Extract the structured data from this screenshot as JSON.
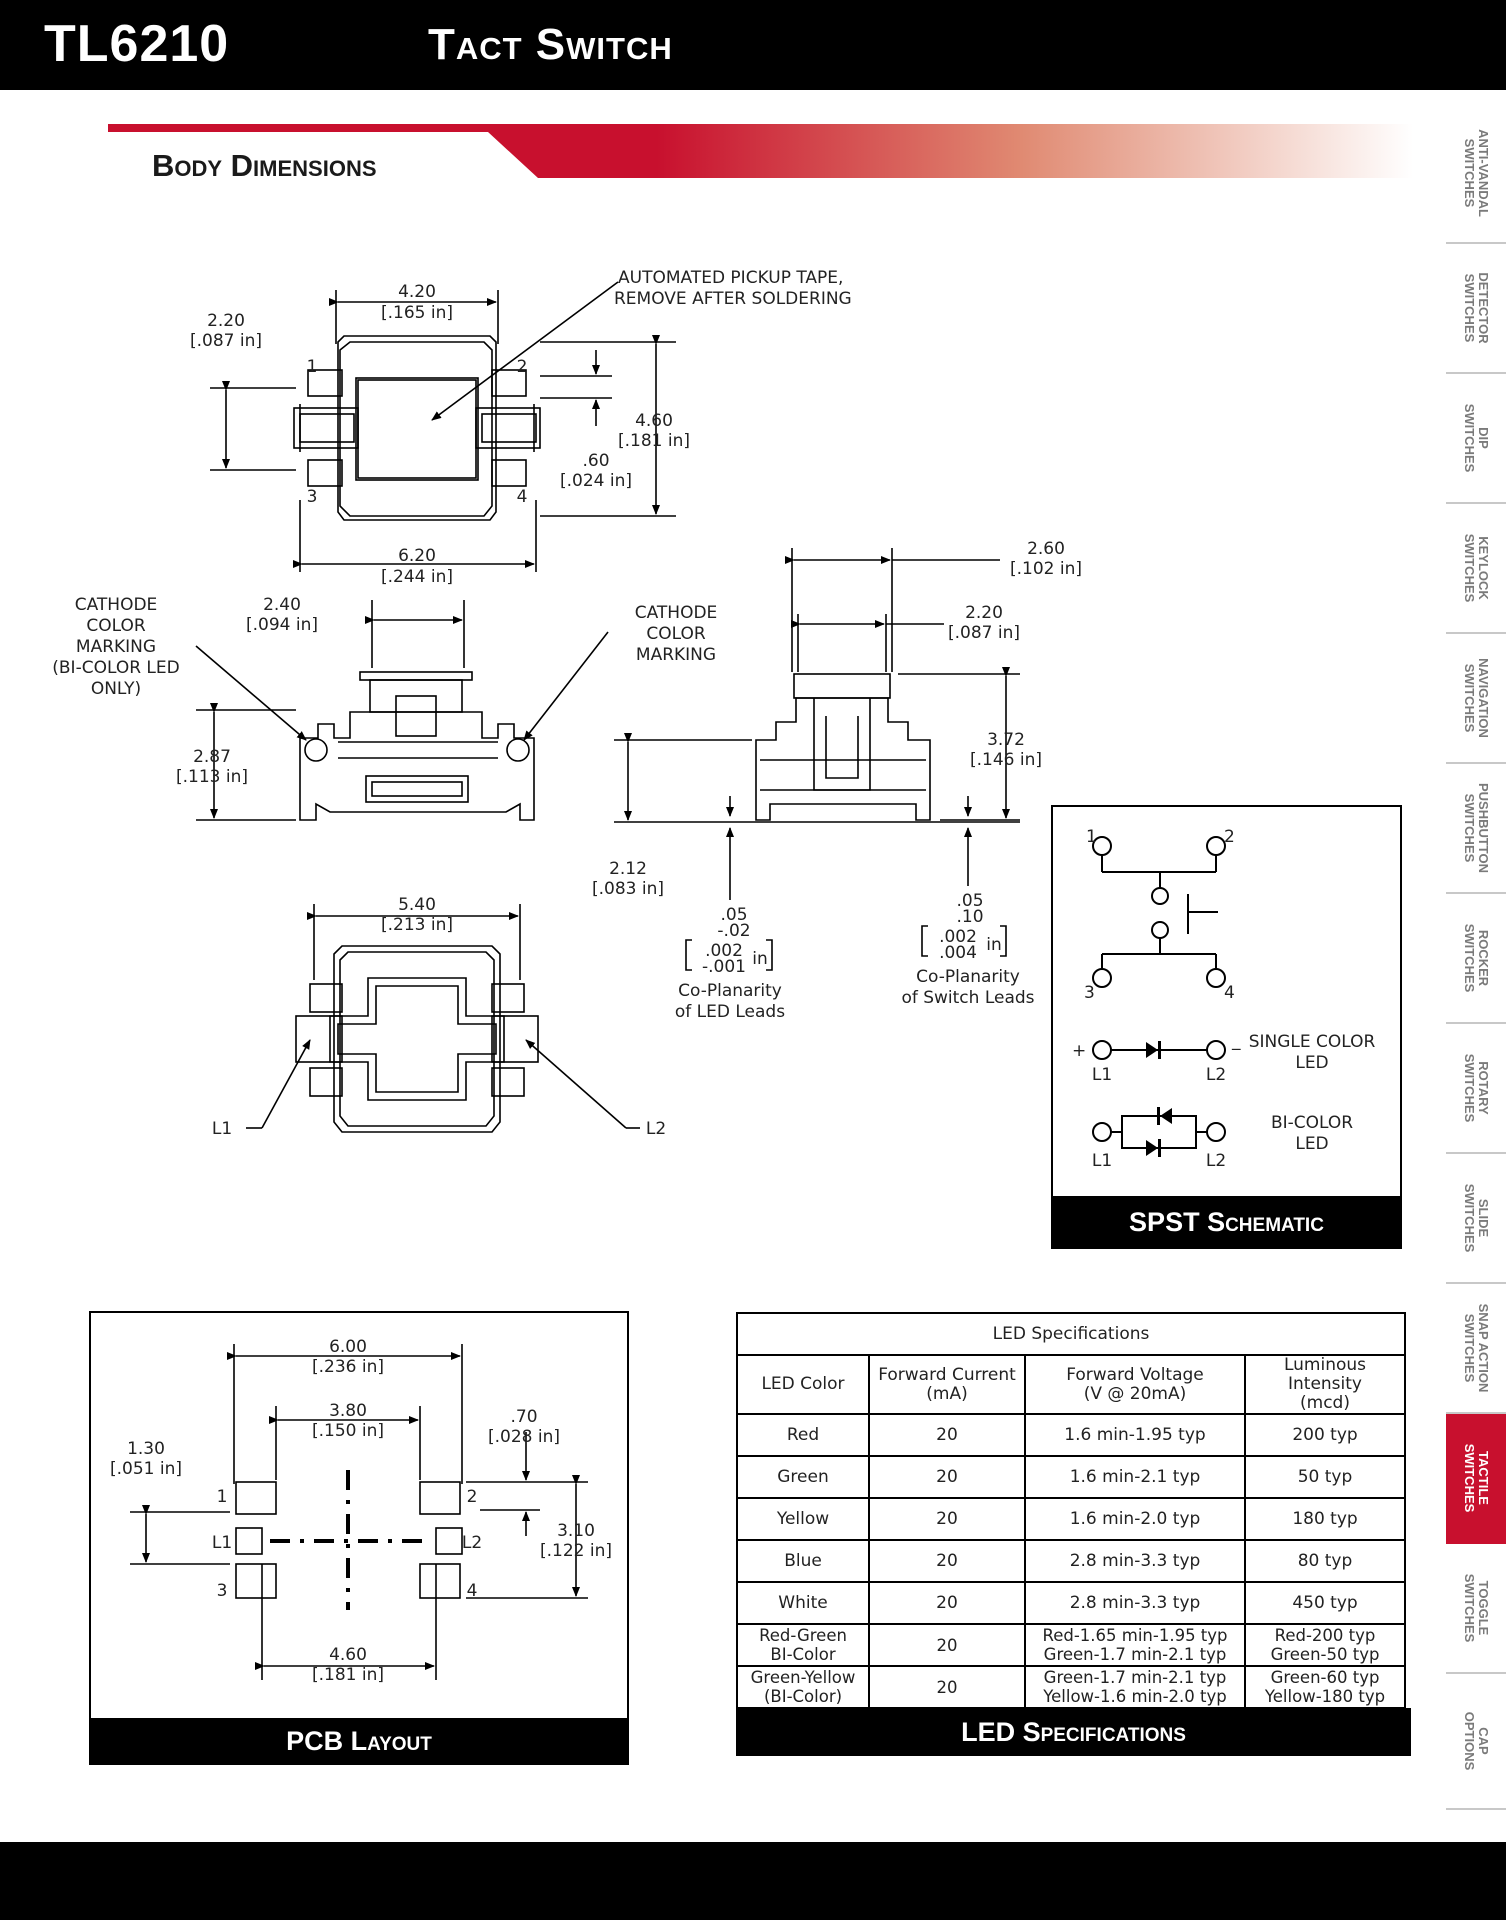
{
  "header": {
    "part_number": "TL6210",
    "title": "Tact Switch"
  },
  "section": {
    "title": "Body Dimensions"
  },
  "side_tabs": [
    {
      "label": "ANTI-VANDAL\nSWITCHES",
      "active": false
    },
    {
      "label": "DETECTOR\nSWITCHES",
      "active": false
    },
    {
      "label": "DIP\nSWITCHES",
      "active": false
    },
    {
      "label": "KEYLOCK\nSWITCHES",
      "active": false
    },
    {
      "label": "NAVIGATION\nSWITCHES",
      "active": false
    },
    {
      "label": "PUSHBUTTON\nSWITCHES",
      "active": false
    },
    {
      "label": "ROCKER\nSWITCHES",
      "active": false
    },
    {
      "label": "ROTARY\nSWITCHES",
      "active": false
    },
    {
      "label": "SLIDE\nSWITCHES",
      "active": false
    },
    {
      "label": "SNAP ACTION\nSWITCHES",
      "active": false
    },
    {
      "label": "TACTILE\nSWITCHES",
      "active": true
    },
    {
      "label": "TOGGLE\nSWITCHES",
      "active": false
    },
    {
      "label": "CAP\nOPTIONS",
      "active": false
    }
  ],
  "top_view": {
    "dim_width": "4.20",
    "dim_width_in": "[.165 in]",
    "dim_left": "2.20",
    "dim_left_in": "[.087 in]",
    "dim_height": "4.60",
    "dim_height_in": "[.181 in]",
    "dim_small": ".60",
    "dim_small_in": "[.024 in]",
    "dim_overall": "6.20",
    "dim_overall_in": "[.244 in]",
    "tape_note_1": "AUTOMATED PICKUP TAPE,",
    "tape_note_2": "REMOVE AFTER SOLDERING",
    "pins": [
      "1",
      "2",
      "3",
      "4"
    ]
  },
  "front_view": {
    "cathode_left": [
      "CATHODE",
      "COLOR",
      "MARKING",
      "(BI-COLOR LED",
      "ONLY)"
    ],
    "cathode_right": [
      "CATHODE",
      "COLOR",
      "MARKING"
    ],
    "dim_top": "2.40",
    "dim_top_in": "[.094 in]",
    "dim_height": "2.87",
    "dim_height_in": "[.113 in]"
  },
  "side_view": {
    "dim_top": "2.60",
    "dim_top_in": "[.102 in]",
    "dim_inner": "2.20",
    "dim_inner_in": "[.087 in]",
    "dim_height": "3.72",
    "dim_height_in": "[.146 in]",
    "dim_base": "2.12",
    "dim_base_in": "[.083 in]",
    "led_cop_1": ".05",
    "led_cop_2": "-.02",
    "led_cop_3": ".002",
    "led_cop_4": "-.001",
    "led_cop_unit": "in",
    "led_cop_label_1": "Co-Planarity",
    "led_cop_label_2": "of LED Leads",
    "sw_cop_1": ".05",
    "sw_cop_2": ".10",
    "sw_cop_3": ".002",
    "sw_cop_4": ".004",
    "sw_cop_unit": "in",
    "sw_cop_label_1": "Co-Planarity",
    "sw_cop_label_2": "of Switch Leads"
  },
  "bottom_view": {
    "dim_width": "5.40",
    "dim_width_in": "[.213 in]",
    "label_l1": "L1",
    "label_l2": "L2"
  },
  "schematic": {
    "caption": "SPST Schematic",
    "pins": [
      "1",
      "2",
      "3",
      "4"
    ],
    "single_led_1": "SINGLE COLOR",
    "single_led_2": "LED",
    "bi_led_1": "BI-COLOR",
    "bi_led_2": "LED",
    "plus": "+",
    "minus": "_",
    "l1": "L1",
    "l2": "L2"
  },
  "pcb": {
    "caption": "PCB Layout",
    "dim_overall": "6.00",
    "dim_overall_in": "[.236 in]",
    "dim_inner": "3.80",
    "dim_inner_in": "[.150 in]",
    "dim_pad": ".70",
    "dim_pad_in": "[.028 in]",
    "dim_left": "1.30",
    "dim_left_in": "[.051 in]",
    "dim_right": "3.10",
    "dim_right_in": "[.122 in]",
    "dim_bottom": "4.60",
    "dim_bottom_in": "[.181 in]",
    "pins": [
      "1",
      "2",
      "3",
      "4"
    ],
    "l1": "L1",
    "l2": "L2"
  },
  "led_table": {
    "caption_top": "LED Specifications",
    "headers": [
      "LED Color",
      "Forward Current\n(mA)",
      "Forward Voltage\n(V @ 20mA)",
      "Luminous Intensity\n(mcd)"
    ],
    "rows": [
      [
        "Red",
        "20",
        "1.6 min-1.95 typ",
        "200 typ"
      ],
      [
        "Green",
        "20",
        "1.6 min-2.1 typ",
        "50 typ"
      ],
      [
        "Yellow",
        "20",
        "1.6 min-2.0 typ",
        "180 typ"
      ],
      [
        "Blue",
        "20",
        "2.8 min-3.3 typ",
        "80 typ"
      ],
      [
        "White",
        "20",
        "2.8 min-3.3 typ",
        "450 typ"
      ],
      [
        "Red-Green\nBI-Color",
        "20",
        "Red-1.65 min-1.95 typ\nGreen-1.7 min-2.1 typ",
        "Red-200 typ\nGreen-50 typ"
      ],
      [
        "Green-Yellow\n(BI-Color)",
        "20",
        "Green-1.7 min-2.1 typ\nYellow-1.6 min-2.0 typ",
        "Green-60 typ\nYellow-180 typ"
      ]
    ],
    "caption": "LED Specifications"
  }
}
